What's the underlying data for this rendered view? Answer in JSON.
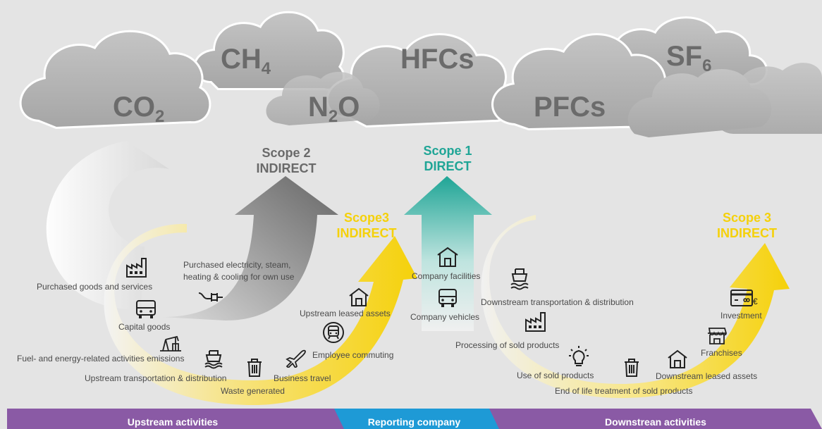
{
  "colors": {
    "background": "#e4e4e4",
    "scope1": "#1fa596",
    "scope2": "#6e6e6e",
    "scope3": "#f5d10a",
    "upstream_bar": "#8a5aa5",
    "reporting_bar": "#1e9ad6",
    "downstream_bar": "#8a5aa5",
    "cloud": "#b3b3b3",
    "gas_text": "#6b6b6b"
  },
  "gases": [
    {
      "base": "CO",
      "sub": "2"
    },
    {
      "base": "CH",
      "sub": "4"
    },
    {
      "base": "N",
      "sub": "2",
      "tail": "O"
    },
    {
      "base": "HFCs",
      "sub": ""
    },
    {
      "base": "PFCs",
      "sub": ""
    },
    {
      "base": "SF",
      "sub": "6"
    }
  ],
  "scopes": {
    "scope2": {
      "line1": "Scope 2",
      "line2": "INDIRECT"
    },
    "scope1": {
      "line1": "Scope 1",
      "line2": "DIRECT"
    },
    "scope3_up": {
      "line1": "Scope3",
      "line2": "INDIRECT"
    },
    "scope3_down": {
      "line1": "Scope 3",
      "line2": "INDIRECT"
    }
  },
  "upstream": {
    "purchased_goods": "Purchased goods and services",
    "capital_goods": "Capital goods",
    "fuel_energy": "Fuel- and energy-related activities emissions",
    "upstream_transport": "Upstream transportation & distribution",
    "waste": "Waste generated",
    "business_travel": "Business travel",
    "employee_commuting": "Employee commuting",
    "upstream_leased": "Upstream leased assets",
    "purchased_electricity_1": "Purchased electricity, steam,",
    "purchased_electricity_2": "heating & cooling for own use"
  },
  "direct": {
    "facilities": "Company facilities",
    "vehicles": "Company vehicles"
  },
  "downstream": {
    "transport": "Downstream transportation & distribution",
    "processing": "Processing of sold products",
    "use": "Use of sold products",
    "end_of_life": "End of life treatment of sold products",
    "leased": "Downstream leased assets",
    "franchises": "Franchises",
    "investment": "Investment"
  },
  "bottom_bar": {
    "upstream": "Upstream activities",
    "reporting": "Reporting company",
    "downstream": "Downstrean activities"
  }
}
